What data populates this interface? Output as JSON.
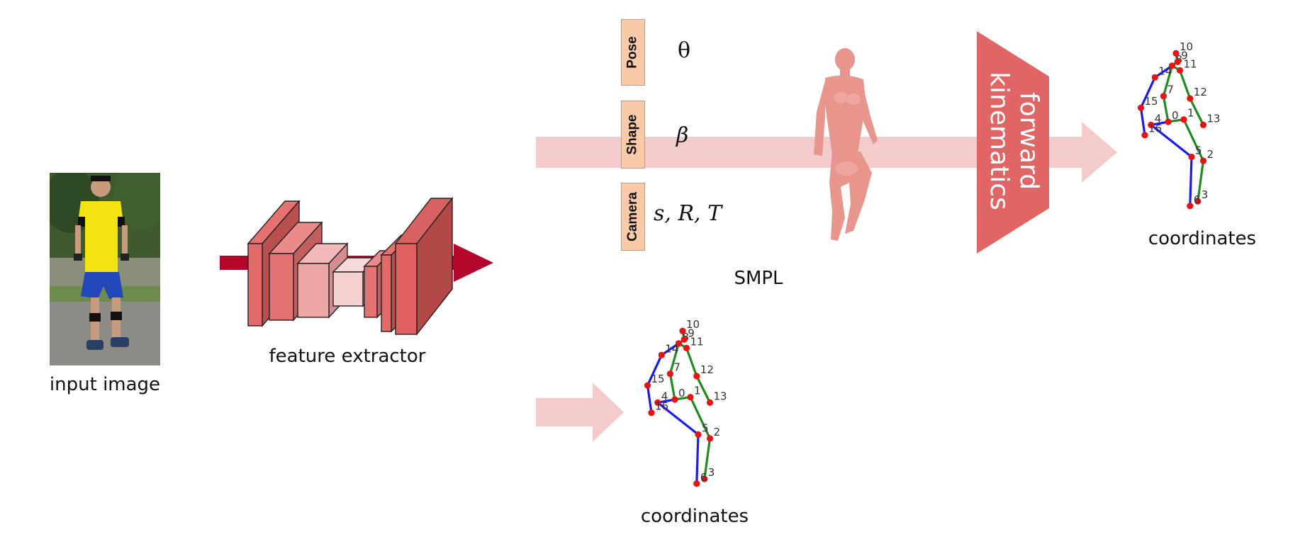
{
  "input": {
    "label": "input image"
  },
  "extractor": {
    "label": "feature extractor"
  },
  "params": [
    {
      "name": "Pose",
      "symbol": "θ"
    },
    {
      "name": "Shape",
      "symbol": "β"
    },
    {
      "name": "Camera",
      "symbol": "s, R, T"
    }
  ],
  "smpl": {
    "label": "SMPL"
  },
  "fk": {
    "label": "forward kinematics"
  },
  "outputs": {
    "top_label": "coordinates",
    "bottom_label": "coordinates"
  },
  "skeleton": {
    "joints": {
      "0": [
        0.0,
        0.0
      ],
      "1": [
        0.2,
        -0.03
      ],
      "2": [
        0.45,
        0.5
      ],
      "3": [
        0.38,
        1.02
      ],
      "4": [
        -0.22,
        0.04
      ],
      "5": [
        0.3,
        0.45
      ],
      "6": [
        0.28,
        1.08
      ],
      "7": [
        -0.06,
        -0.33
      ],
      "8": [
        0.05,
        -0.72
      ],
      "9": [
        0.12,
        -0.77
      ],
      "10": [
        0.1,
        -0.88
      ],
      "11": [
        0.15,
        -0.66
      ],
      "12": [
        0.28,
        -0.3
      ],
      "13": [
        0.45,
        0.04
      ],
      "14": [
        -0.17,
        -0.57
      ],
      "15": [
        -0.35,
        -0.18
      ],
      "16": [
        -0.3,
        0.17
      ]
    },
    "green_bones": [
      [
        "0",
        "1"
      ],
      [
        "1",
        "2"
      ],
      [
        "2",
        "3"
      ],
      [
        "8",
        "11"
      ],
      [
        "11",
        "12"
      ],
      [
        "12",
        "13"
      ],
      [
        "8",
        "7"
      ],
      [
        "7",
        "0"
      ],
      [
        "8",
        "9"
      ],
      [
        "9",
        "10"
      ]
    ],
    "blue_bones": [
      [
        "0",
        "4"
      ],
      [
        "4",
        "5"
      ],
      [
        "5",
        "6"
      ],
      [
        "8",
        "14"
      ],
      [
        "14",
        "15"
      ],
      [
        "15",
        "16"
      ]
    ],
    "colors": {
      "green": "#1e8c1e",
      "blue": "#1a1aee",
      "joint": "#ee1111"
    }
  }
}
